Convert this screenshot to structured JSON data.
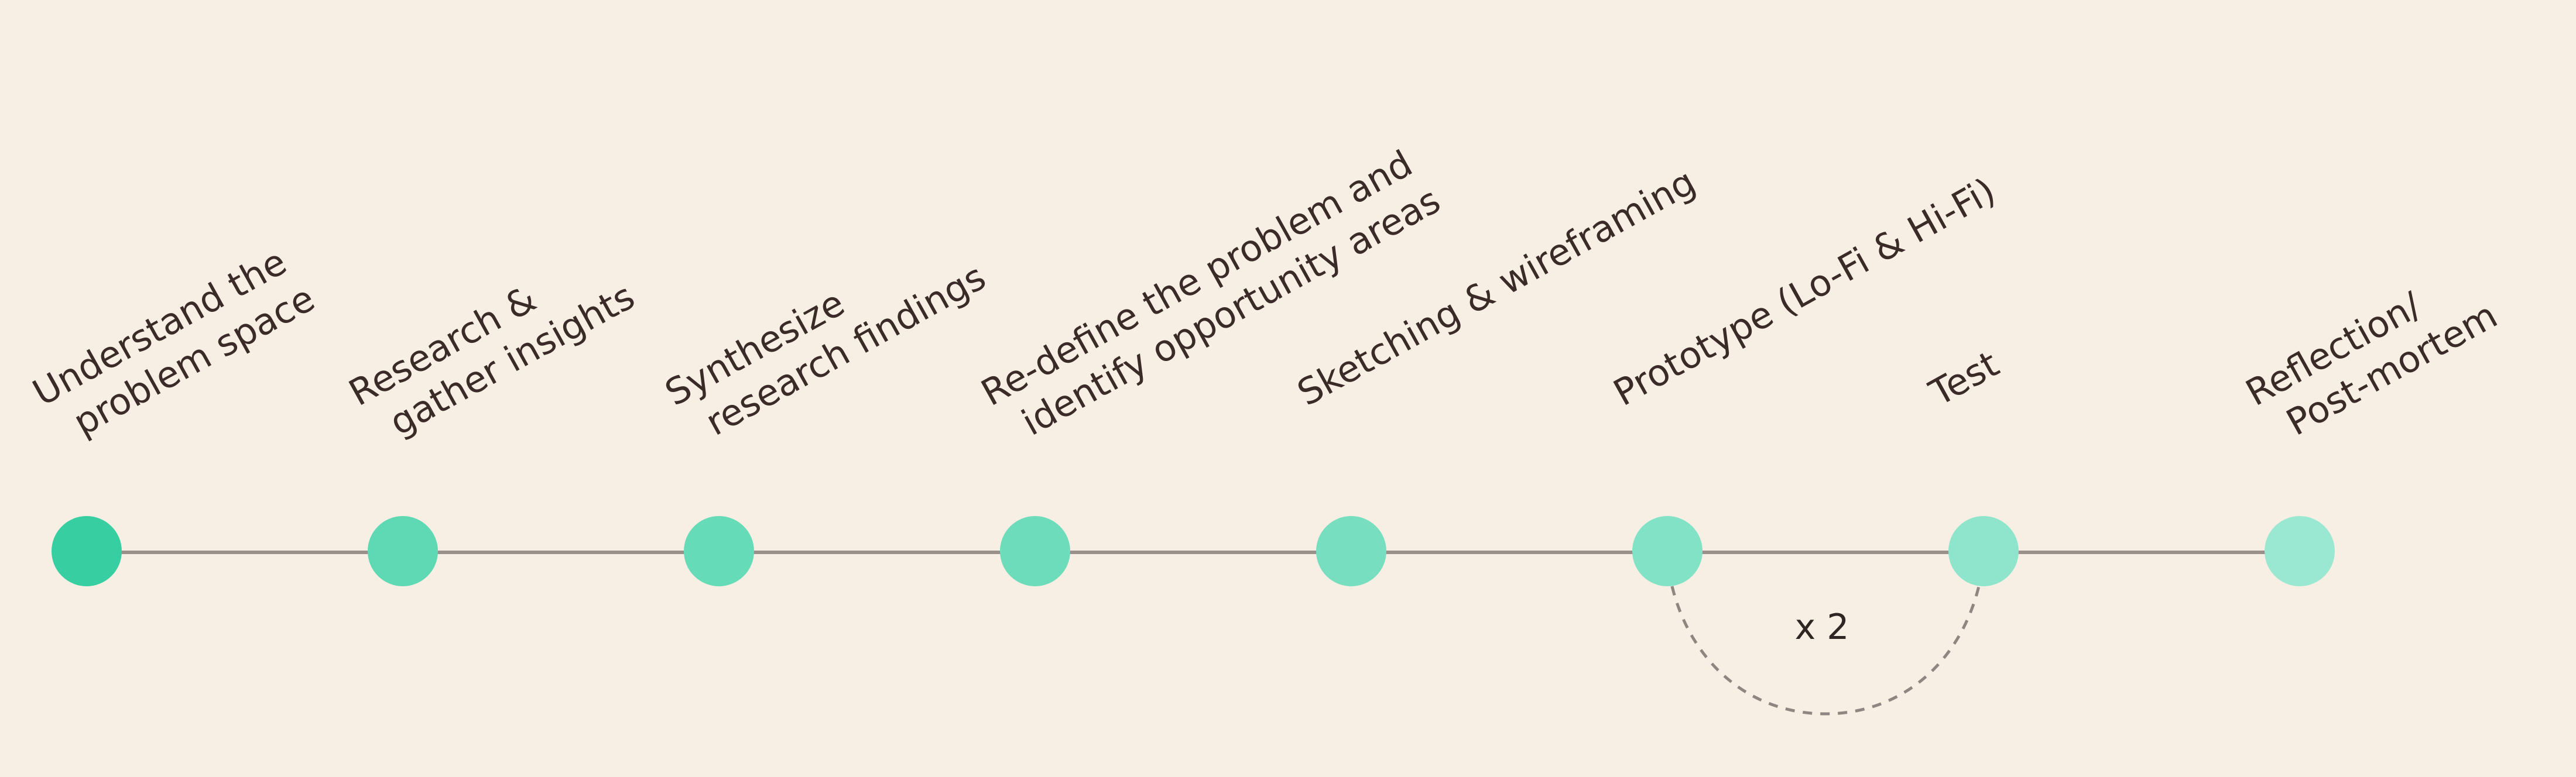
{
  "steps": [
    {
      "lines": [
        "Understand the",
        "problem space"
      ],
      "color": "#37cfa1"
    },
    {
      "lines": [
        "Research &",
        "gather insights"
      ],
      "color": "#5fd9b3"
    },
    {
      "lines": [
        "Synthesize",
        "research findings"
      ],
      "color": "#66dbb7"
    },
    {
      "lines": [
        "Re-define the problem and",
        "identify opportunity areas"
      ],
      "color": "#6ddcbb"
    },
    {
      "lines": [
        "Sketching & wireframing"
      ],
      "color": "#77dec0"
    },
    {
      "lines": [
        "Prototype (Lo-Fi & Hi-Fi)"
      ],
      "color": "#82e2c6"
    },
    {
      "lines": [
        "Test"
      ],
      "color": "#8ee5cc"
    },
    {
      "lines": [
        "Reflection/",
        "Post-mortem"
      ],
      "color": "#9be8d2"
    }
  ],
  "loop": {
    "label": "x 2",
    "from_step": 5,
    "to_step": 6
  },
  "colors": {
    "background": "#f7efe3",
    "line": "#9a8f8b",
    "loop": "#8f8581",
    "text": "#3a2b28"
  }
}
